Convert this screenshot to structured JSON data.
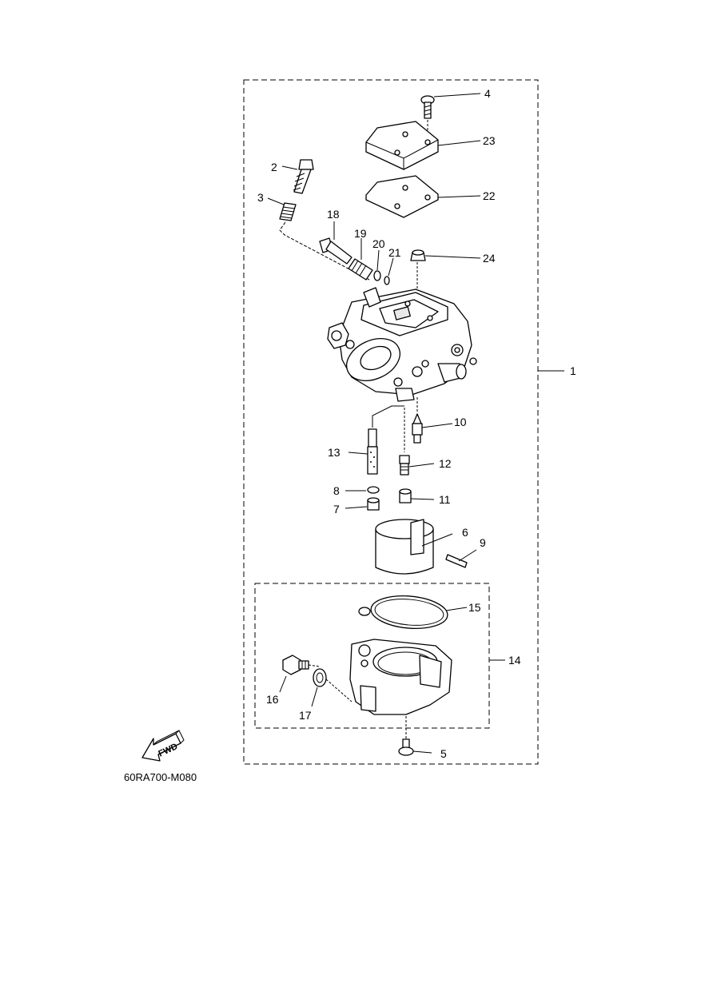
{
  "diagram": {
    "callouts": [
      {
        "id": "c1",
        "text": "1"
      },
      {
        "id": "c2",
        "text": "2"
      },
      {
        "id": "c3",
        "text": "3"
      },
      {
        "id": "c4",
        "text": "4"
      },
      {
        "id": "c5",
        "text": "5"
      },
      {
        "id": "c6",
        "text": "6"
      },
      {
        "id": "c7",
        "text": "7"
      },
      {
        "id": "c8",
        "text": "8"
      },
      {
        "id": "c9",
        "text": "9"
      },
      {
        "id": "c10",
        "text": "10"
      },
      {
        "id": "c11",
        "text": "11"
      },
      {
        "id": "c12",
        "text": "12"
      },
      {
        "id": "c13",
        "text": "13"
      },
      {
        "id": "c14",
        "text": "14"
      },
      {
        "id": "c15",
        "text": "15"
      },
      {
        "id": "c16",
        "text": "16"
      },
      {
        "id": "c17",
        "text": "17"
      },
      {
        "id": "c18",
        "text": "18"
      },
      {
        "id": "c19",
        "text": "19"
      },
      {
        "id": "c20",
        "text": "20"
      },
      {
        "id": "c21",
        "text": "21"
      },
      {
        "id": "c22",
        "text": "22"
      },
      {
        "id": "c23",
        "text": "23"
      },
      {
        "id": "c24",
        "text": "24"
      }
    ],
    "fwd_label": "FWD",
    "drawing_code": "60RA700-M080"
  }
}
